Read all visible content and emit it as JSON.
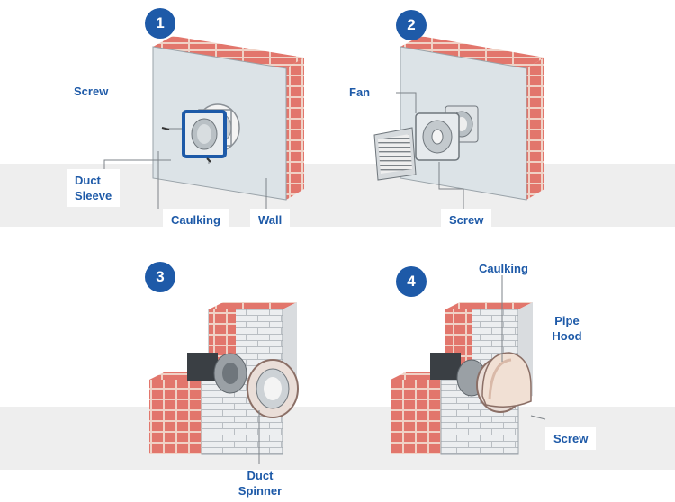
{
  "steps": [
    {
      "number": "1"
    },
    {
      "number": "2"
    },
    {
      "number": "3"
    },
    {
      "number": "4"
    }
  ],
  "panel1": {
    "screw": "Screw",
    "duct_sleeve_line1": "Duct",
    "duct_sleeve_line2": "Sleeve",
    "caulking": "Caulking",
    "wall": "Wall"
  },
  "panel2": {
    "fan": "Fan",
    "screw": "Screw"
  },
  "panel3": {
    "duct_spinner_line1": "Duct",
    "duct_spinner_line2": "Spinner"
  },
  "panel4": {
    "caulking": "Caulking",
    "pipe_hood_line1": "Pipe",
    "pipe_hood_line2": "Hood",
    "screw": "Screw"
  },
  "colors": {
    "accent": "#1e5aa8",
    "brick": "#e2766c",
    "mortar": "#f0d2c6",
    "wall_face": "#dce3e7",
    "floor": "#eeeeee"
  }
}
